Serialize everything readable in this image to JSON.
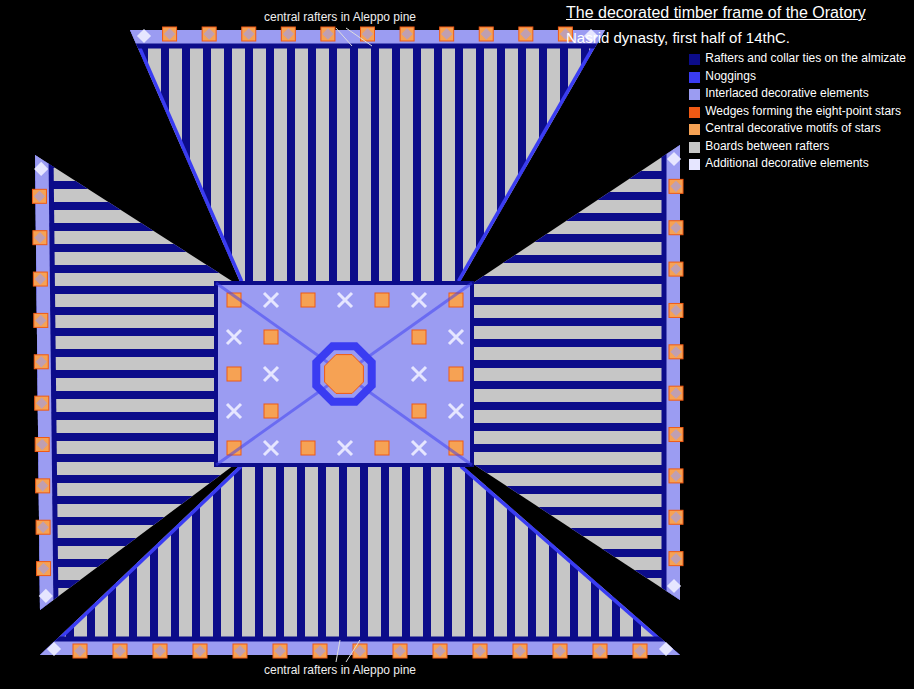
{
  "diagram": {
    "title": "The decorated timber frame of the Oratory",
    "labels": [
      "Nasrid dynasty, first half of 14thC.",
      "central rafters in Aleppo pine",
      "central rafters in Aleppo pine"
    ],
    "legend": [
      {
        "text": "Rafters and collar ties on the almizate",
        "color": "#0c0c8a"
      },
      {
        "text": "Noggings",
        "color": "#3a3cf2"
      },
      {
        "text": "Interlaced decorative elements",
        "color": "#9b9cf2"
      },
      {
        "text": "Wedges forming the eight-point stars",
        "color": "#f05a14"
      },
      {
        "text": "Central decorative motifs of stars",
        "color": "#f6a254"
      },
      {
        "text": "Boards between rafters",
        "color": "#c6c6c6"
      },
      {
        "text": "Additional decorative elements",
        "color": "#e6e6ff"
      }
    ]
  }
}
